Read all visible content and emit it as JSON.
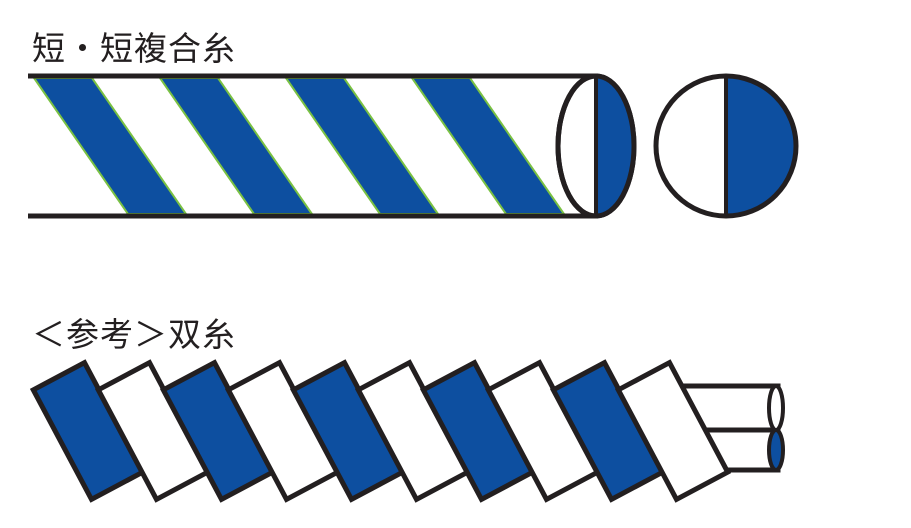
{
  "titles": {
    "short_composite": "短・短複合糸",
    "reference_two_ply": "＜参考＞双糸"
  },
  "colors": {
    "blue": "#0d4fa0",
    "outline": "#231f20",
    "stripe_edge": "#7ac143",
    "white": "#ffffff"
  },
  "icons": [
    "spiral-wrapped-yarn",
    "yarn-cross-section",
    "two-ply-twisted-yarn"
  ]
}
